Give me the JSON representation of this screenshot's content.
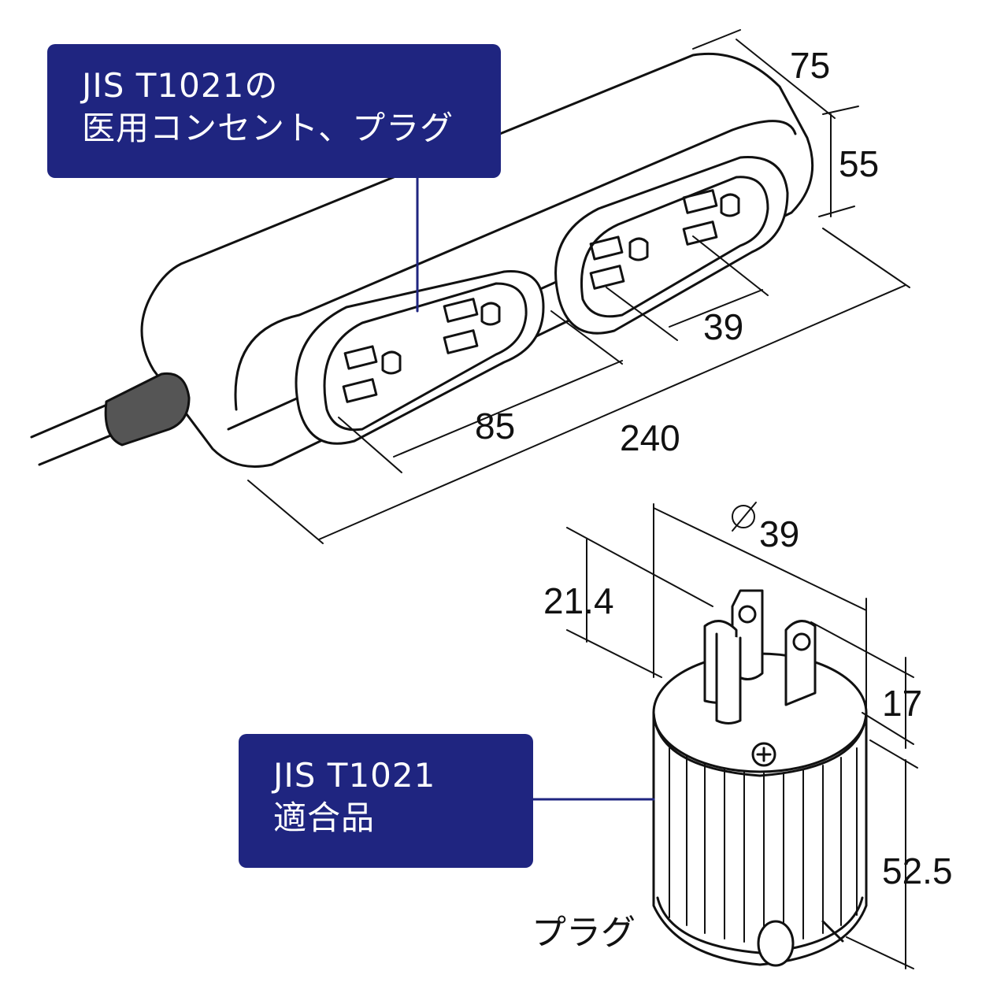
{
  "callouts": {
    "strip": {
      "line1": "JIS T1021の",
      "line2": "医用コンセント、プラグ"
    },
    "plug": {
      "line1": "JIS T1021",
      "line2": "適合品"
    }
  },
  "dimensions": {
    "strip_depth": "75",
    "strip_height": "55",
    "outlet_spacing": "39",
    "module_length": "85",
    "total_length": "240",
    "plug_diameter": "39",
    "plug_prong_height": "21.4",
    "plug_cap_height": "17",
    "plug_body_height": "52.5"
  },
  "labels": {
    "plug_caption": "プラグ"
  },
  "colors": {
    "callout_bg": "#1f2580",
    "leader_line": "#1f2580",
    "outline": "#111111",
    "cable_sleeve": "#555555"
  }
}
